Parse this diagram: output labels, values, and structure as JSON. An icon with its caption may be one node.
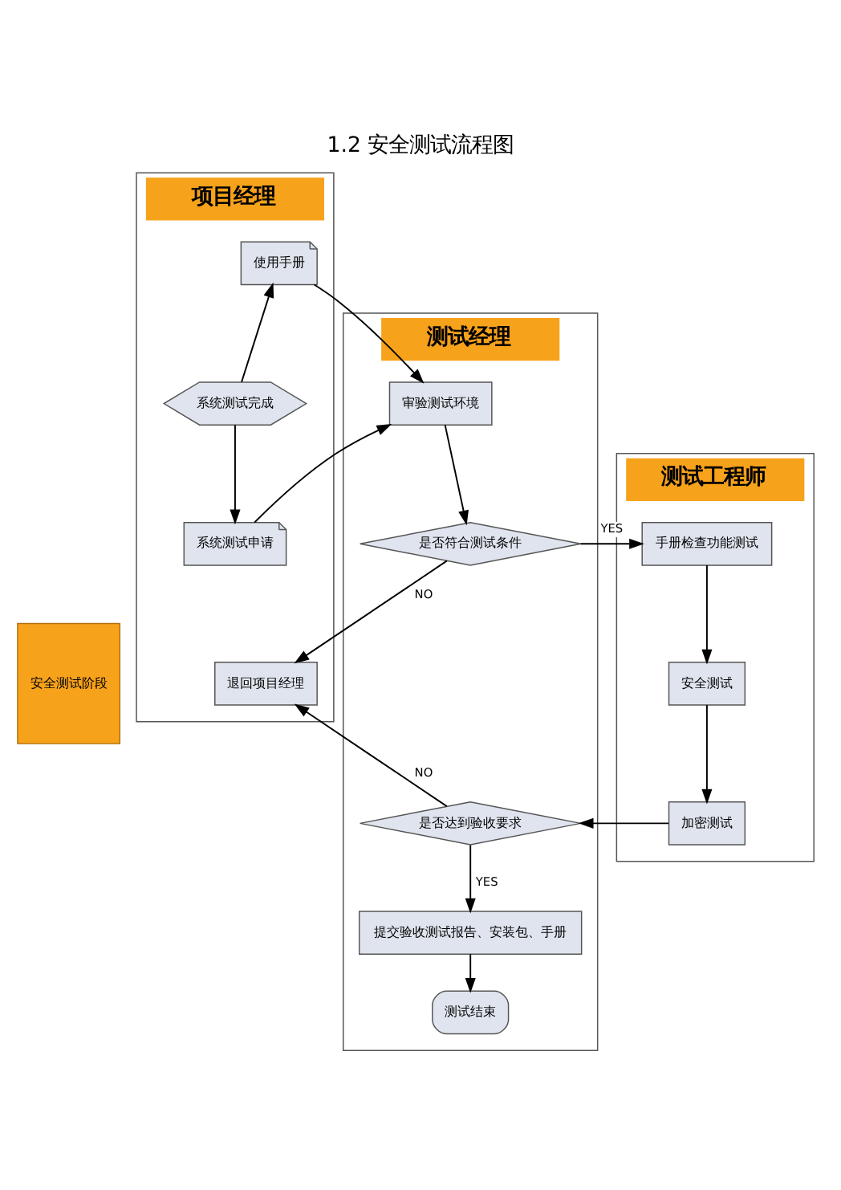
{
  "diagram": {
    "title": "1.2 安全测试流程图",
    "nodes": [
      {
        "text": [
          "项目经理"
        ]
      },
      {
        "text": [
          "测试经理"
        ]
      },
      {
        "text": [
          "测试工程师"
        ]
      },
      {
        "text": [
          "安全测试阶段"
        ]
      },
      {
        "text": [
          "系统测试完成"
        ],
        "in": 0
      },
      {
        "text": [
          "使用手册"
        ],
        "in": 0
      },
      {
        "text": [
          "系统测试申请"
        ],
        "in": 0
      },
      {
        "text": [
          "审验测试环境"
        ],
        "in": 1
      },
      {
        "text": [
          "是否符合测试条件"
        ],
        "in": 1
      },
      {
        "text": [
          "手册检查功能测试"
        ],
        "in": 2
      },
      {
        "text": [
          "退回项目经理"
        ],
        "in": 0
      },
      {
        "text": [
          "安全测试"
        ],
        "in": 2
      },
      {
        "text": [
          "加密测试"
        ],
        "in": 2
      },
      {
        "text": [
          "是否达到验收要求"
        ],
        "in": 1
      },
      {
        "text": [
          "提交验收测试报告、安装包、手册"
        ],
        "in": 1
      },
      {
        "text": [
          "测试结束"
        ],
        "in": 1
      }
    ],
    "edges": [
      {
        "from": 4,
        "to": 5,
        "arrow": "to"
      },
      {
        "from": 4,
        "to": 6,
        "arrow": "to"
      },
      {
        "from": 5,
        "to": 7,
        "arrow": "to"
      },
      {
        "from": 6,
        "to": 7,
        "arrow": "to"
      },
      {
        "from": 7,
        "to": 8,
        "arrow": "to"
      },
      {
        "from": 8,
        "to": 9,
        "label": "YES",
        "arrow": "to"
      },
      {
        "from": 8,
        "to": 10,
        "label": "NO",
        "arrow": "to"
      },
      {
        "from": 9,
        "to": 11,
        "arrow": "to"
      },
      {
        "from": 11,
        "to": 12,
        "arrow": "to"
      },
      {
        "from": 12,
        "to": 13,
        "arrow": "to"
      },
      {
        "from": 13,
        "to": 10,
        "label": "NO",
        "arrow": "to"
      },
      {
        "from": 13,
        "to": 14,
        "label": "YES",
        "arrow": "to"
      },
      {
        "from": 14,
        "to": 15,
        "arrow": "to"
      }
    ]
  }
}
